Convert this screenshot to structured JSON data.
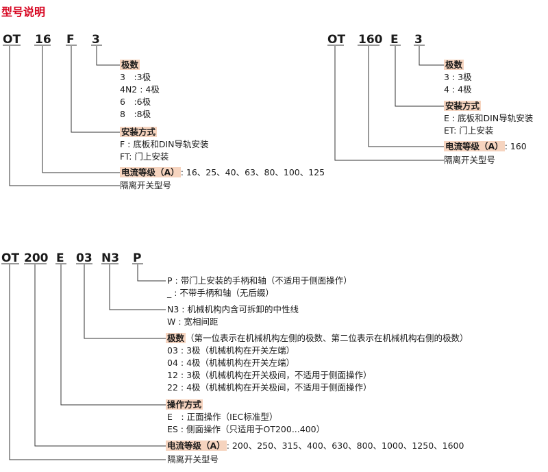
{
  "title": "型号说明",
  "diagram1": {
    "codes": [
      "OT",
      "16",
      "F",
      "3"
    ],
    "poles": {
      "label": "极数",
      "items": [
        "3　:3极",
        "4N2 : 4极",
        "6　:6极",
        "8　:8极"
      ]
    },
    "mounting": {
      "label": "安装方式",
      "items": [
        "F : 底板和DIN导轨安装",
        "FT: 门上安装"
      ]
    },
    "current": {
      "label": "电流等级（A）",
      "value": ": 16、25、40、63、80、100、125"
    },
    "model": "隔离开关型号"
  },
  "diagram2": {
    "codes": [
      "OT",
      "160",
      "E",
      "3"
    ],
    "poles": {
      "label": "极数",
      "items": [
        "3 : 3极",
        "4 : 4极"
      ]
    },
    "mounting": {
      "label": "安装方式",
      "items": [
        "E : 底板和DIN导轨安装",
        "ET: 门上安装"
      ]
    },
    "current": {
      "label": "电流等级（A）",
      "value": ": 160"
    },
    "model": "隔离开关型号"
  },
  "diagram3": {
    "codes": [
      "OT",
      "200",
      "E",
      "03",
      "N3",
      "P"
    ],
    "handle": {
      "items": [
        "P : 带门上安装的手柄和轴（不适用于侧面操作）",
        "_ : 不带手柄和轴（无后缀）"
      ]
    },
    "neutral": {
      "items": [
        "N3 : 机械机构内含可拆卸的中性线",
        "W : 宽相间距"
      ]
    },
    "poles": {
      "label": "极数",
      "note": "（第一位表示在机械机构左侧的极数、第二位表示在机械机构右侧的极数）",
      "items": [
        "03 : 3极（机械机构在开关左端）",
        "04 : 4极（机械机构在开关左端）",
        "12 : 3极（机械机构在开关极间，不适用于侧面操作）",
        "22 : 4极（机械机构在开关极间，不适用于侧面操作）"
      ]
    },
    "operation": {
      "label": "操作方式",
      "items": [
        "E　: 正面操作（IEC标准型）",
        "ES : 侧面操作（只适用于OT200...400）"
      ]
    },
    "current": {
      "label": "电流等级（A）",
      "value": ": 200、250、315、400、630、800、1000、1250、1600"
    },
    "model": "隔离开关型号"
  }
}
